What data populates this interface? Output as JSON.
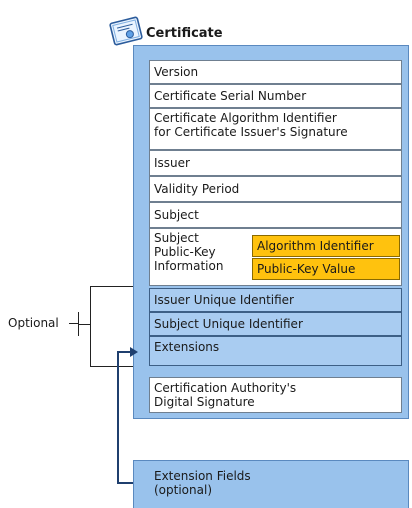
{
  "certificate": {
    "title": "Certificate",
    "icon": "certificate-icon",
    "fields": {
      "version": "Version",
      "serial_number": "Certificate Serial Number",
      "algorithm_identifier": "Certificate Algorithm Identifier\nfor Certificate Issuer's Signature",
      "issuer": "Issuer",
      "validity_period": "Validity Period",
      "subject": "Subject",
      "subject_public_key_info": "Subject\nPublic-Key\nInformation",
      "issuer_unique_identifier": "Issuer Unique Identifier",
      "subject_unique_identifier": "Subject Unique Identifier",
      "extensions": "Extensions",
      "ca_signature": "Certification Authority's\nDigital Signature"
    },
    "public_key_parts": {
      "algorithm_identifier": "Algorithm Identifier",
      "public_key_value": "Public-Key Value"
    }
  },
  "optional_label": "Optional",
  "extension_fields": "Extension Fields\n(optional)",
  "colors": {
    "panel": "#99c2ec",
    "optional_cell": "#a9ccf1",
    "highlight": "#ffc20e",
    "connector": "#1f3f6e"
  }
}
